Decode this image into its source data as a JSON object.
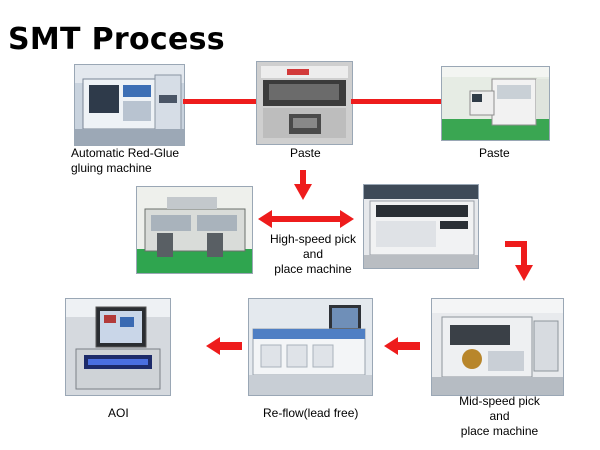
{
  "title": "SMT Process",
  "steps": {
    "glue": "Automatic Red-Glue\ngluing machine",
    "paste1": "Paste",
    "paste2": "Paste",
    "highspeed": "High-speed pick\nand\nplace machine",
    "midspeed": "Mid-speed pick\nand\nplace machine",
    "reflow": "Re-flow(lead free)",
    "aoi": "AOI"
  },
  "colors": {
    "arrow": "#ee1c1c"
  }
}
